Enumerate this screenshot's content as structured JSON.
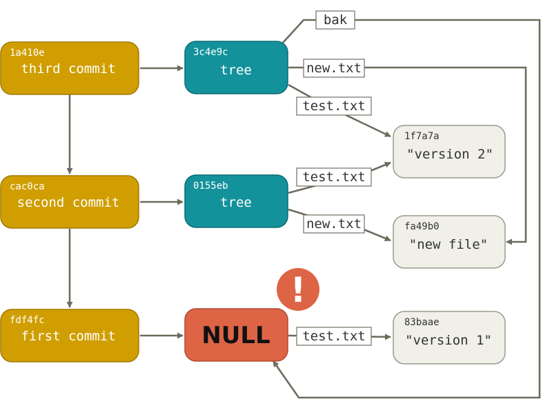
{
  "colors": {
    "commit_fill": "#d09e00",
    "commit_stroke": "#a07a00",
    "tree_fill": "#14929b",
    "tree_stroke": "#0b6c73",
    "blob_fill": "#f0efe8",
    "blob_stroke": "#9b9a8c",
    "null_fill": "#dd6445",
    "null_stroke": "#b04a30",
    "warning_fill": "#dd6445",
    "text_light": "#ffffff",
    "text_dark": "#333333",
    "edge": "#6b6b5e"
  },
  "commits": [
    {
      "hash": "1a410e",
      "label": "third commit"
    },
    {
      "hash": "cac0ca",
      "label": "second commit"
    },
    {
      "hash": "fdf4fc",
      "label": "first commit"
    }
  ],
  "trees": [
    {
      "hash": "3c4e9c",
      "label": "tree"
    },
    {
      "hash": "0155eb",
      "label": "tree"
    }
  ],
  "null_node": {
    "label": "NULL",
    "warning_icon": "exclamation-warning-icon",
    "warning_glyph": "!"
  },
  "blobs": [
    {
      "hash": "1f7a7a",
      "label": "\"version 2\""
    },
    {
      "hash": "fa49b0",
      "label": "\"new file\""
    },
    {
      "hash": "83baae",
      "label": "\"version 1\""
    }
  ],
  "edge_labels": {
    "bak": "bak",
    "new_txt_top": "new.txt",
    "test_txt_top": "test.txt",
    "test_txt_mid": "test.txt",
    "new_txt_mid": "new.txt",
    "test_txt_bottom": "test.txt"
  }
}
